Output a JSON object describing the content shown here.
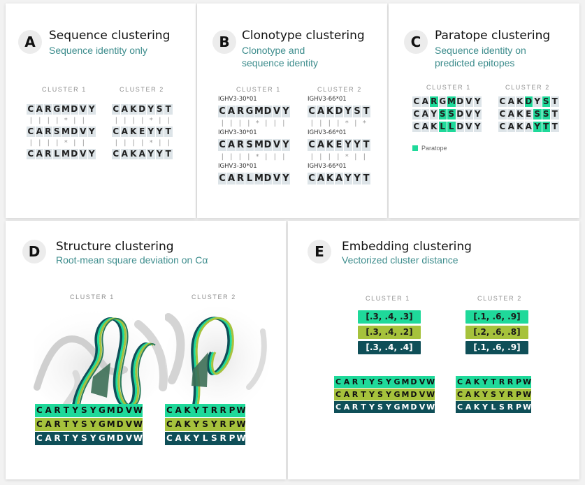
{
  "colors": {
    "paratope": "#1fd99a",
    "emb1": "#1fd99a",
    "emb2": "#a6c23c",
    "emb3": "#0f4f58",
    "subtitle": "#3c8c8c"
  },
  "panels": {
    "a": {
      "letter": "A",
      "title": "Sequence clustering",
      "subtitle": "Sequence identity only",
      "cluster1": "CLUSTER 1",
      "cluster2": "CLUSTER 2",
      "c1": [
        "CARGMDVY",
        "CARSMDVY",
        "CARLMDVY"
      ],
      "c2": [
        "CAKDYST",
        "CAKEYYT",
        "CAKAYYT"
      ]
    },
    "b": {
      "letter": "B",
      "title": "Clonotype clustering",
      "subtitle1": "Clonotype and",
      "subtitle2": "sequence identity",
      "cluster1": "CLUSTER 1",
      "cluster2": "CLUSTER 2",
      "g1": [
        "IGHV3-30*01",
        "IGHV3-30*01",
        "IGHV3-30*01"
      ],
      "s1": [
        "CARGMDVY",
        "CARSMDVY",
        "CARLMDVY"
      ],
      "g2": [
        "IGHV3-66*01",
        "IGHV3-66*01",
        "IGHV3-66*01"
      ],
      "s2": [
        "CAKDYST",
        "CAKEYYT",
        "CAKAYYT"
      ]
    },
    "c": {
      "letter": "C",
      "title": "Paratope clustering",
      "subtitle1": "Sequence identity on",
      "subtitle2": "predicted epitopes",
      "cluster1": "CLUSTER 1",
      "cluster2": "CLUSTER 2",
      "c1": [
        "CARGMDVY",
        "CAYSSDVY",
        "CAKLLDVY"
      ],
      "c2": [
        "CAKDYST",
        "CAKESST",
        "CAKAYTT"
      ],
      "legend": "Paratope"
    },
    "d": {
      "letter": "D",
      "title": "Structure clustering",
      "subtitle": "Root-mean square deviation on Cα",
      "cluster1": "CLUSTER 1",
      "cluster2": "CLUSTER 2",
      "c1": [
        "CARTYSYGMDVW",
        "CARTYSYGMDVW",
        "CARTYSYGMDVW"
      ],
      "c2": [
        "CAKYTRRPW",
        "CAKYSYRPW",
        "CAKYLSRPW"
      ]
    },
    "e": {
      "letter": "E",
      "title": "Embedding clustering",
      "subtitle": "Vectorized cluster distance",
      "cluster1": "CLUSTER 1",
      "cluster2": "CLUSTER 2",
      "v1": [
        "[.3, .4, .3]",
        "[.3, .4, .2]",
        "[.3, .4, .4]"
      ],
      "v2": [
        "[.1, .6, .9]",
        "[.2, .6, .8]",
        "[.1, .6, .9]"
      ],
      "c1": [
        "CARTYSYGMDVW",
        "CARTYSYGMDVW",
        "CARTYSYGMDVW"
      ],
      "c2": [
        "CAKYTRRPW",
        "CAKYSYRPW",
        "CAKYLSRPW"
      ]
    }
  }
}
